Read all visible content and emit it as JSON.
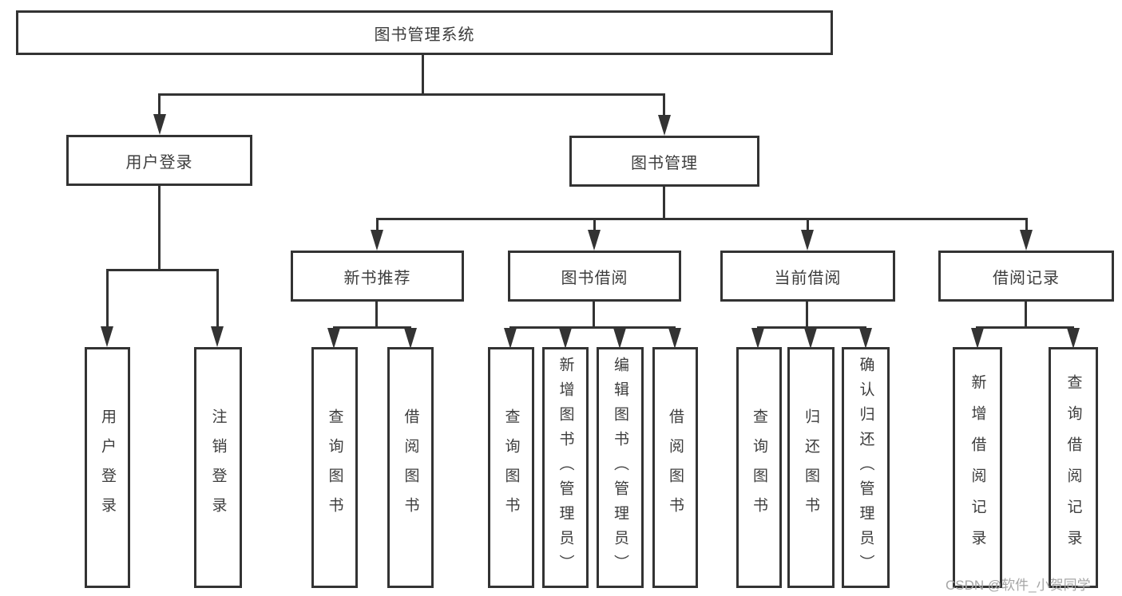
{
  "tree": {
    "label": "图书管理系统",
    "children": [
      {
        "label": "用户登录",
        "children": [
          {
            "label": "用户登录"
          },
          {
            "label": "注销登录"
          }
        ]
      },
      {
        "label": "图书管理",
        "children": [
          {
            "label": "新书推荐",
            "children": [
              {
                "label": "查询图书"
              },
              {
                "label": "借阅图书"
              }
            ]
          },
          {
            "label": "图书借阅",
            "children": [
              {
                "label": "查询图书"
              },
              {
                "label": "新增图书（管理员）"
              },
              {
                "label": "编辑图书（管理员）"
              },
              {
                "label": "借阅图书"
              }
            ]
          },
          {
            "label": "当前借阅",
            "children": [
              {
                "label": "查询图书"
              },
              {
                "label": "归还图书"
              },
              {
                "label": "确认归还（管理员）"
              }
            ]
          },
          {
            "label": "借阅记录",
            "children": [
              {
                "label": "新增借阅记录"
              },
              {
                "label": "查询借阅记录"
              }
            ]
          }
        ]
      }
    ]
  },
  "watermark": "CSDN @软件_小贺同学",
  "colors": {
    "line": "#333333",
    "border": "#383838",
    "text": "#3d3d3d",
    "watermark": "#a6a6a6",
    "background": "#ffffff"
  }
}
